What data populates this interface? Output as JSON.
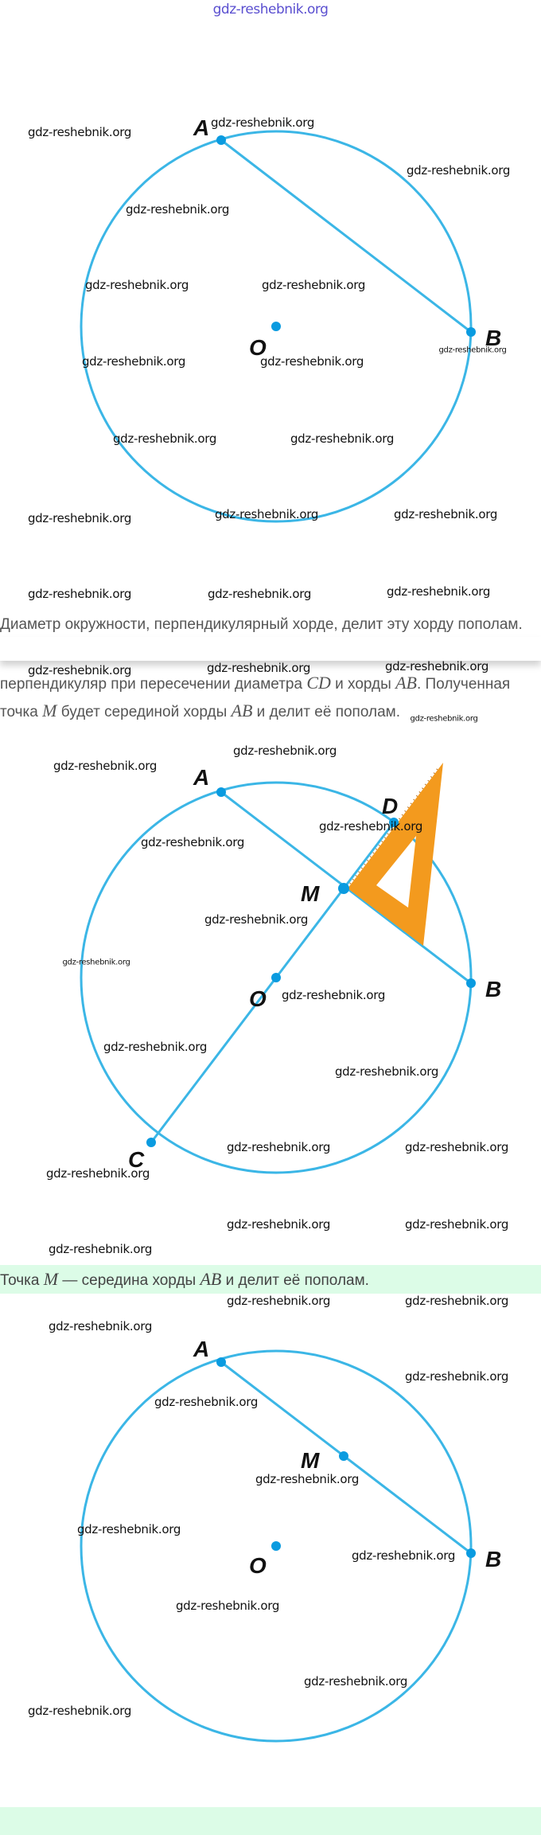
{
  "watermark": "gdz-reshebnik.org",
  "top_watermark": "gdz-reshebnik.org",
  "figure1": {
    "labels": {
      "A": "A",
      "B": "B",
      "O": "O"
    }
  },
  "text": {
    "theorem": "Диаметр окружности, перпендикулярный хорде, делит эту хорду пополам.",
    "line2_a": "перпендикуляр при пересечении диаметра ",
    "line2_cd": "CD",
    "line2_b": " и хорды ",
    "line2_ab": "AB",
    "line2_c": ". Полученная",
    "line3_a": "точка ",
    "line3_m": "M",
    "line3_b": " будет серединой хорды ",
    "line3_ab": "AB",
    "line3_c": " и делит её пополам."
  },
  "figure2": {
    "labels": {
      "A": "A",
      "B": "B",
      "C": "C",
      "D": "D",
      "M": "M",
      "O": "O"
    }
  },
  "conclusion": {
    "a": "Точка ",
    "m": "M",
    "b": " — середина хорды ",
    "ab": "AB",
    "c": " и делит её пополам."
  },
  "figure3": {
    "labels": {
      "A": "A",
      "B": "B",
      "M": "M",
      "O": "O"
    }
  },
  "colors": {
    "circle": "#3bb6e6",
    "point": "#0a9be0",
    "ruler": "#f39a1e",
    "highlight": "#dcfce7"
  }
}
